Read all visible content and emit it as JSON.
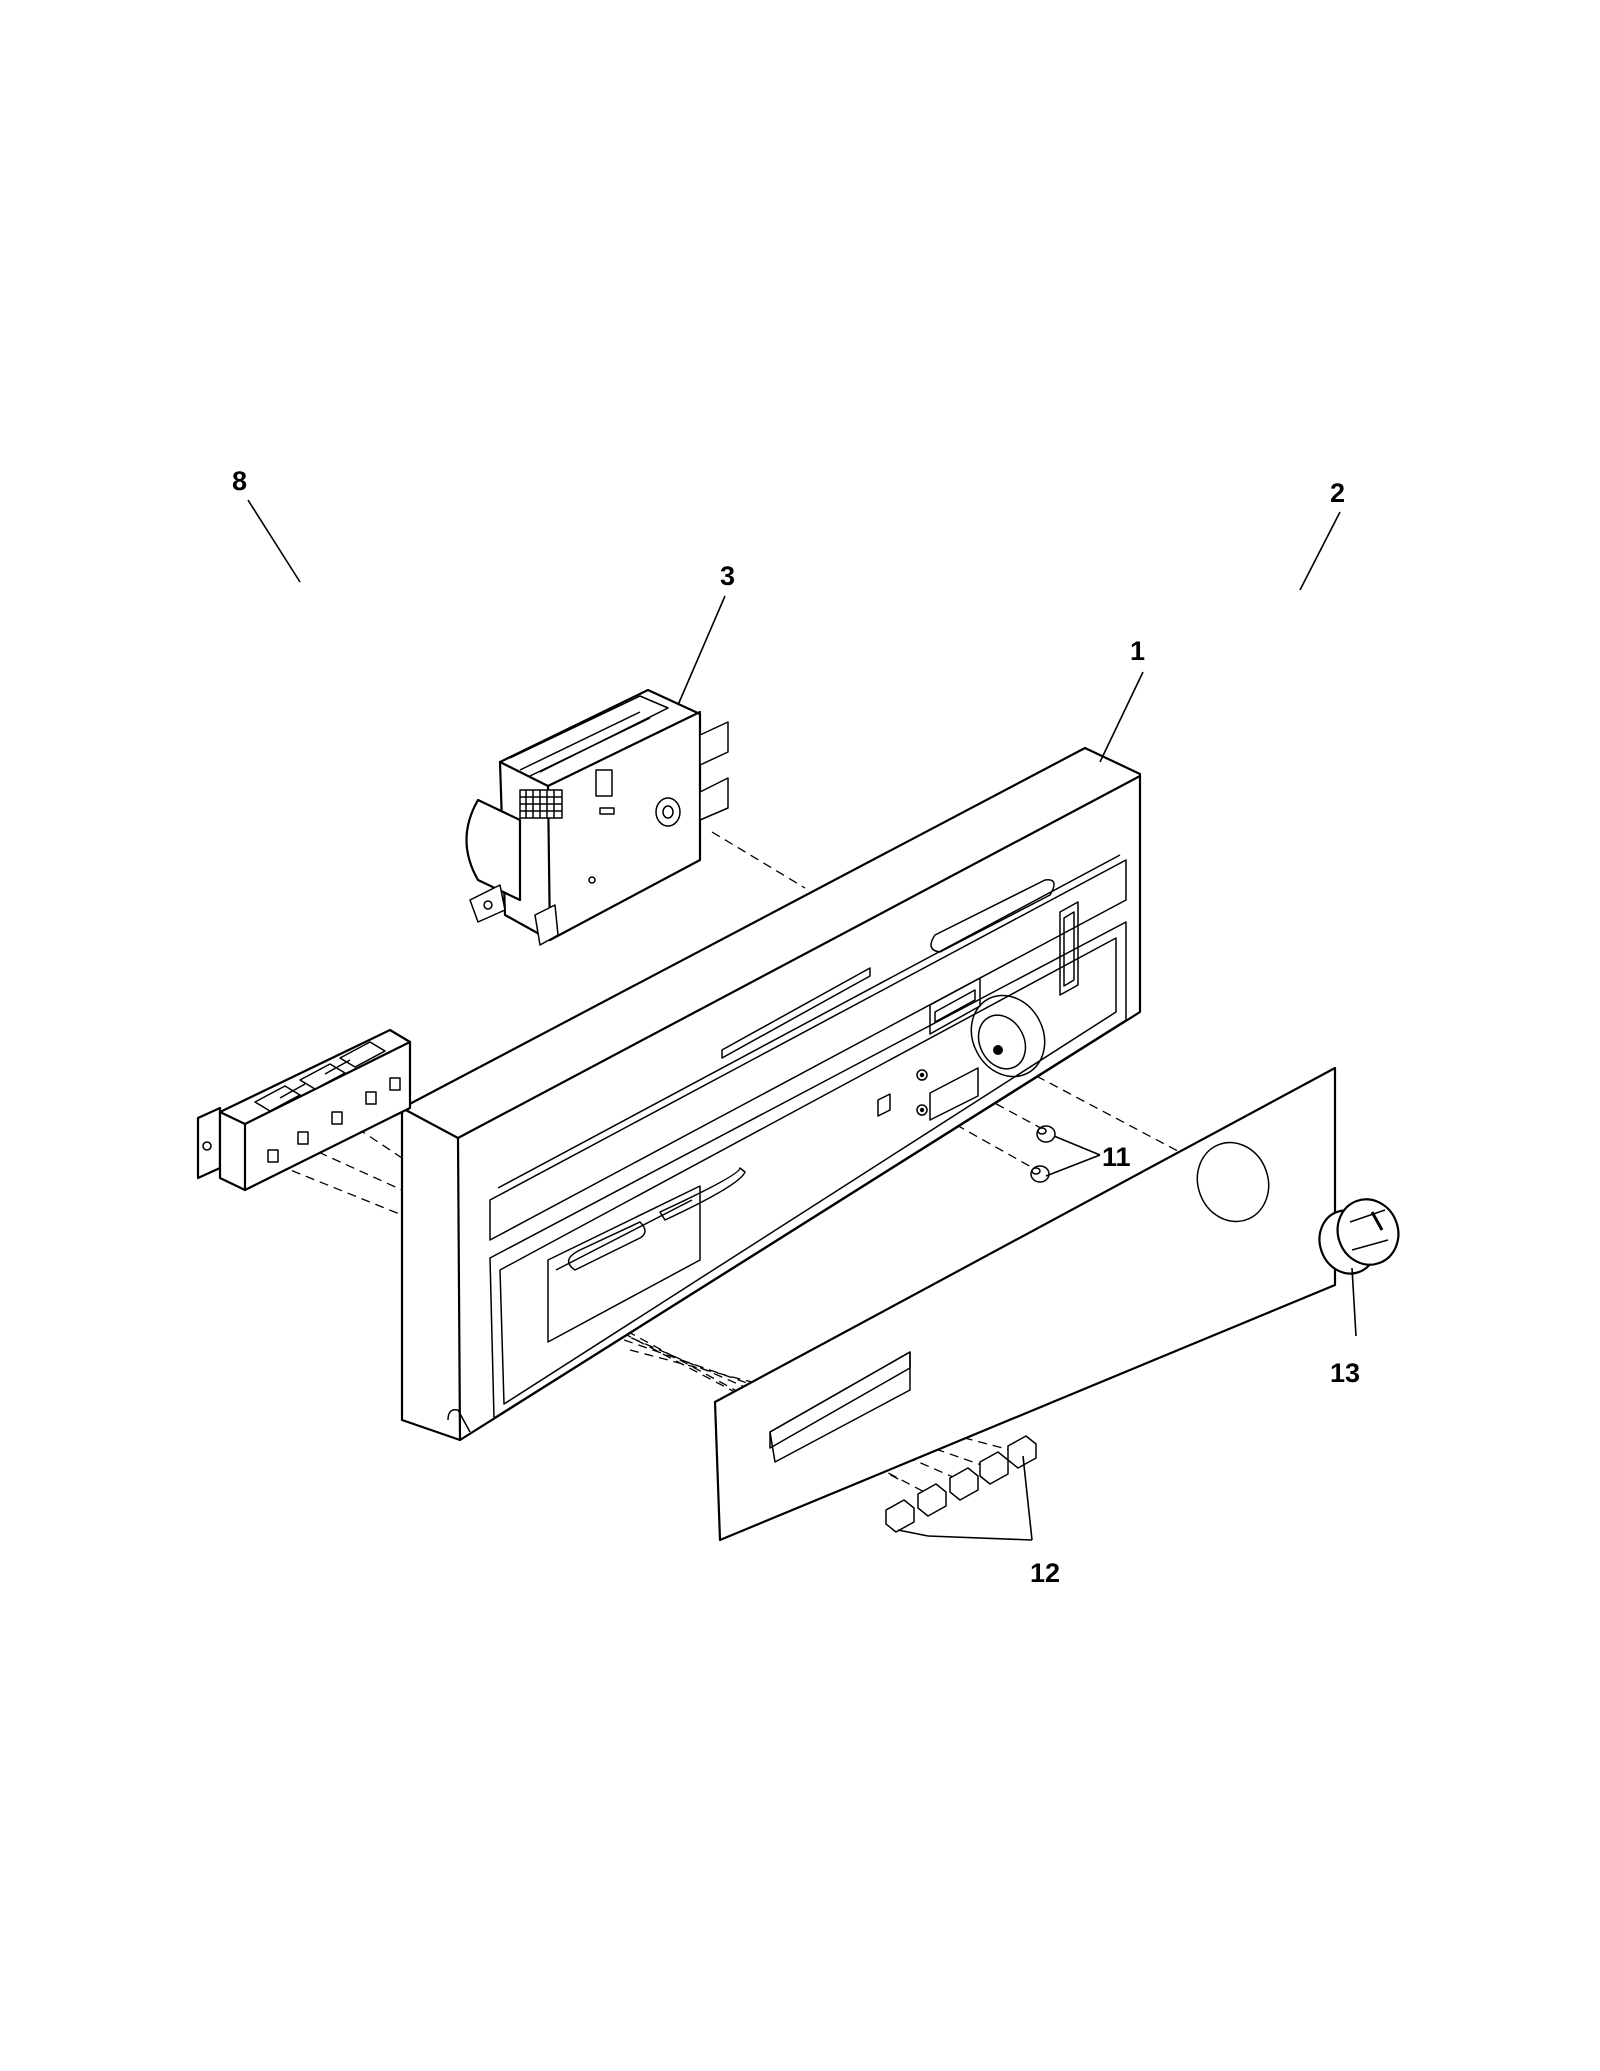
{
  "callouts": [
    {
      "id": "1",
      "label": "1"
    },
    {
      "id": "2",
      "label": "2"
    },
    {
      "id": "3",
      "label": "3"
    },
    {
      "id": "8",
      "label": "8"
    },
    {
      "id": "11",
      "label": "11"
    },
    {
      "id": "12",
      "label": "12"
    },
    {
      "id": "13",
      "label": "13"
    }
  ]
}
